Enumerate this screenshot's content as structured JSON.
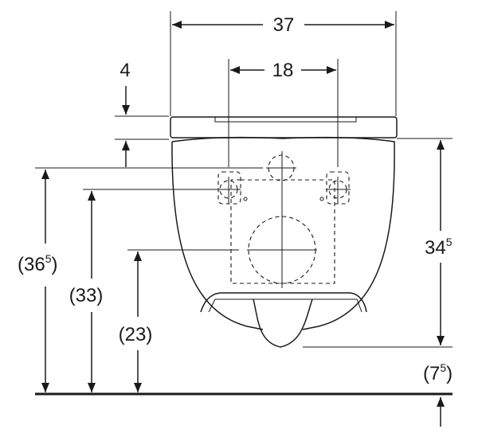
{
  "dimensions": {
    "total_width": "37",
    "fixing_spacing": "18",
    "seat_thickness": "4",
    "wall_height_main": "34",
    "wall_height_main_sup": "5",
    "total_height_main": "(36",
    "total_height_sup": "5",
    "total_height_close": ")",
    "fixing_height": "(33)",
    "drain_height": "(23)",
    "floor_gap_main": "(7",
    "floor_gap_sup": "5",
    "floor_gap_close": ")"
  },
  "colors": {
    "line": "#1a1a1a",
    "background": "#ffffff"
  }
}
